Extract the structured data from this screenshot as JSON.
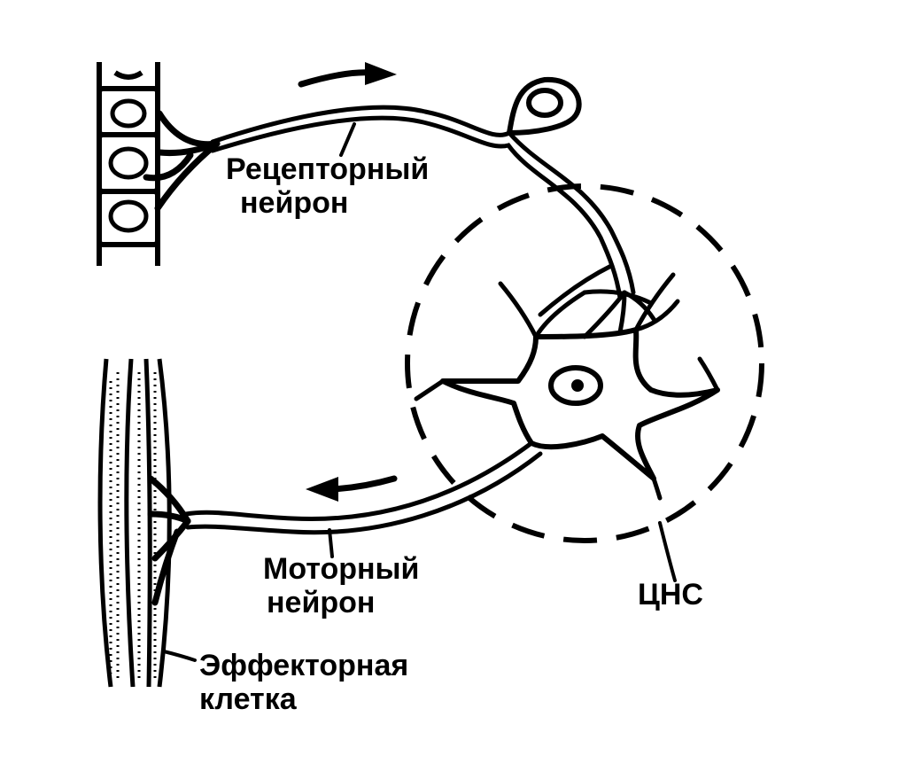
{
  "labels": {
    "receptor": {
      "line1": "Рецепторный",
      "line2": "нейрон"
    },
    "motor": {
      "line1": "Моторный",
      "line2": "нейрон"
    },
    "cns": "ЦНС",
    "effector": {
      "line1": "Эффекторная",
      "line2": "клетка"
    }
  },
  "colors": {
    "ink": "#000000",
    "paper": "#ffffff"
  }
}
